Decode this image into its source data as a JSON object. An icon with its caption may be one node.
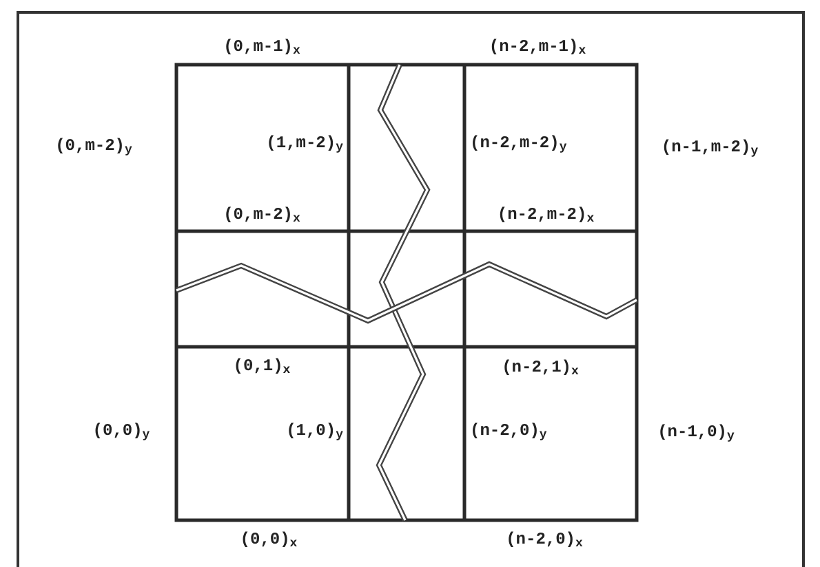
{
  "diagram": {
    "labels": [
      "(0,m-1)$_{x}$",
      "(n-2,m-1)$_{x}$",
      "(0,m-2)$_{y}$",
      "(1,m-2)$_{y}$",
      "(n-2,m-2)$_{y}$",
      "(n-1,m-2)$_{y}$",
      "(0,m-2)$_{x}$",
      "(n-2,m-2)$_{x}$",
      "(0,1)$_{x}$",
      "(n-2,1)$_{x}$",
      "(0,0)$_{y}$",
      "(1,0)$_{y}$",
      "(n-2,0)$_{y}$",
      "(n-1,0)$_{y}$",
      "(0,0)$_{x}$",
      "(n-2,0)$_{x}$"
    ]
  }
}
